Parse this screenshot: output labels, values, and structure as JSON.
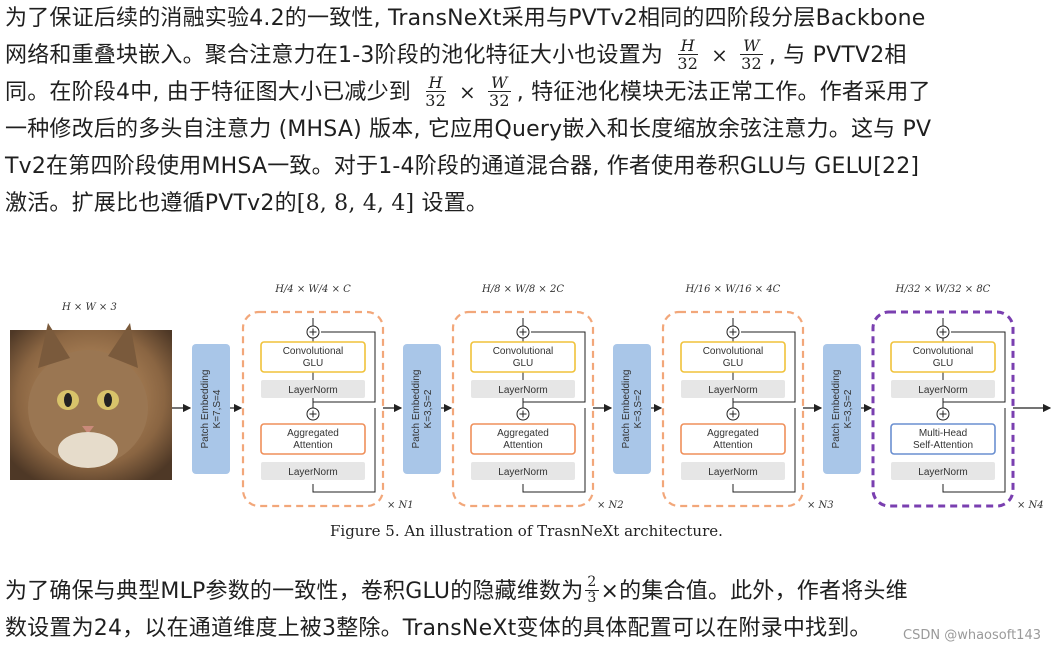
{
  "paragraph1": {
    "l1": "为了保证后续的消融实验4.2的一致性, TransNeXt采用与PVTv2相同的四阶段分层Backbone",
    "l2a": "网络和重叠块嵌入。聚合注意力在1-3阶段的池化特征大小也设置为",
    "l2b": ", 与 PVTV2相",
    "l3a": "同。在阶段4中, 由于特征图大小已减少到",
    "l3b": ", 特征池化模块无法正常工作。作者采用了",
    "l4": "一种修改后的多头自注意力 (MHSA) 版本, 它应用Query嵌入和长度缩放余弦注意力。这与 PV",
    "l5": "Tv2在第四阶段使用MHSA一致。对于1-4阶段的通道混合器, 作者使用卷积GLU与 GELU[22]",
    "l6a": "激活。扩展比也遵循PVTv2的",
    "l6set": "[8, 8, 4, 4]",
    "l6b": " 设置。",
    "frac_H": "H",
    "frac_W": "W",
    "frac_den": "32",
    "times": "×"
  },
  "figure": {
    "input_label": "H × W × 3",
    "stage_dims": [
      "H/4 × W/4 × C",
      "H/8 × W/8 × 2C",
      "H/16 × W/16 × 4C",
      "H/32 × W/32 × 8C"
    ],
    "patch_embeddings": [
      "Patch Embedding K=7,S=4",
      "Patch Embedding K=3,S=2",
      "Patch Embedding K=3,S=2",
      "Patch Embedding K=3,S=2"
    ],
    "conv_glu": "Convolutional GLU",
    "layernorm": "LayerNorm",
    "aggregated_attention": "Aggregated Attention",
    "mhsa": "Multi-Head Self-Attention",
    "repeats": [
      "× N1",
      "× N2",
      "× N3",
      "× N4"
    ],
    "caption": "Figure 5. An illustration of TrasnNeXt architecture.",
    "colors": {
      "stage_border": "#f2a77a",
      "stage4_border": "#7a3fb0",
      "patch_fill": "#a9c6e8",
      "glu_border": "#f0c23a",
      "attn_border": "#ef8f5a",
      "mhsa_border": "#6a8fd0",
      "layernorm_fill": "#e6e6e6"
    }
  },
  "paragraph2": {
    "l1a": "为了确保与典型MLP参数的一致性，卷积GLU的隐藏维数为",
    "frac_num": "2",
    "frac_den": "3",
    "l1b": "×的集合值。此外，作者将头维",
    "l2": "数设置为24，以在通道维度上被3整除。TransNeXt变体的具体配置可以在附录中找到。"
  },
  "watermark": "CSDN @whaosoft143"
}
